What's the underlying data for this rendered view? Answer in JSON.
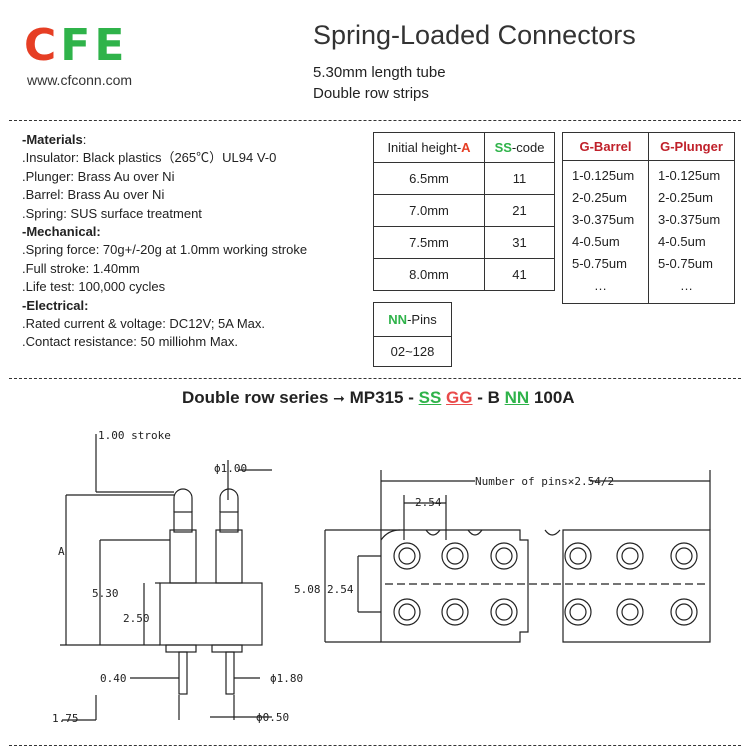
{
  "logo": {
    "c": "C",
    "fe": "FE"
  },
  "website": "www.cfconn.com",
  "title": "Spring-Loaded Connectors",
  "subtitle1": "5.30mm length tube",
  "subtitle2": "Double row strips",
  "specs": {
    "materials_h": "-Materials",
    "materials_colon": ":",
    "insulator": ".Insulator: Black plastics（265℃）UL94 V-0",
    "plunger": ".Plunger: Brass Au over Ni",
    "barrel": ".Barrel: Brass Au over Ni",
    "spring": ".Spring: SUS surface treatment",
    "mechanical_h": "-Mechanical:",
    "force": ".Spring force: 70g+/-20g at 1.0mm working stroke",
    "stroke": ".Full stroke: 1.40mm",
    "life": ".Life test: 100,000 cycles",
    "electrical_h": "-Electrical:",
    "rated": ".Rated current & voltage: DC12V; 5A Max.",
    "contact": ".Contact resistance: 50 milliohm Max."
  },
  "height_table": {
    "h_label": "Initial height-",
    "h_a": "A",
    "h_ss": "SS",
    "h_code": "-code",
    "rows": [
      {
        "h": "6.5mm",
        "c": "11"
      },
      {
        "h": "7.0mm",
        "c": "21"
      },
      {
        "h": "7.5mm",
        "c": "31"
      },
      {
        "h": "8.0mm",
        "c": "41"
      }
    ]
  },
  "plating": {
    "barrel_h": "G-Barrel",
    "plunger_h": "G-Plunger",
    "barrel": [
      "1-0.125um",
      "2-0.25um",
      "3-0.375um",
      "4-0.5um",
      "5-0.75um",
      "…"
    ],
    "plunger": [
      "1-0.125um",
      "2-0.25um",
      "3-0.375um",
      "4-0.5um",
      "5-0.75um",
      "…"
    ]
  },
  "pins": {
    "nn": "NN",
    "label": "-Pins",
    "range": "02~128"
  },
  "series": {
    "prefix": "Double row series",
    "arrow": "➞",
    "part": "MP315 -",
    "ss": "SS",
    "gg": "GG",
    "b": "- B",
    "nn": "NN",
    "suffix": "100A"
  },
  "drawing": {
    "stroke": "1.00 stroke",
    "d100": "ϕ1.00",
    "a": "A",
    "l530": "5.30",
    "l250": "2.50",
    "l040": "0.40",
    "l175": "1.75",
    "d180": "ϕ1.80",
    "d050": "ϕ0.50",
    "num_pins": "Number of pins×2.54/2",
    "p254": "2.54",
    "l508": "5.08",
    "l254b": "2.54"
  }
}
